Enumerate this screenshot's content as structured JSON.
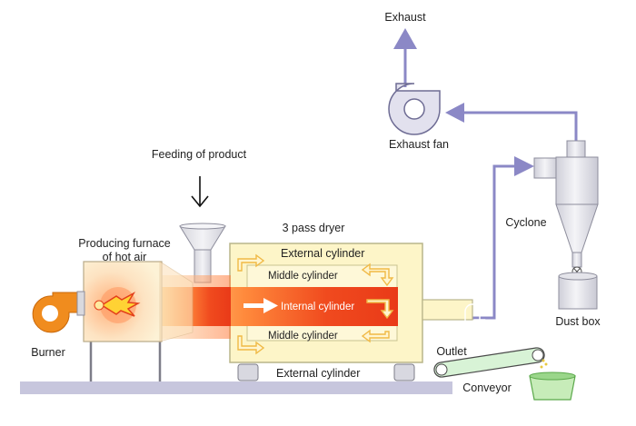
{
  "labels": {
    "exhaust": "Exhaust",
    "exhaust_fan": "Exhaust fan",
    "feeding": "Feeding of product",
    "three_pass_dryer": "3 pass dryer",
    "furnace_line1": "Producing furnace",
    "furnace_line2": "of hot air",
    "external_cylinder_top": "External cylinder",
    "middle_cylinder_top": "Middle cylinder",
    "internal_cylinder": "Internal cylinder",
    "middle_cylinder_bottom": "Middle cylinder",
    "external_cylinder_bottom": "External cylinder",
    "cyclone": "Cyclone",
    "dust_box": "Dust box",
    "burner": "Burner",
    "outlet": "Outlet",
    "conveyor": "Conveyor"
  },
  "colors": {
    "flow_arrow": "#8b88c6",
    "floor": "#c7c6dd",
    "dryer_fill": "#fdf5c8",
    "dryer_stroke": "#b9b58a",
    "cyclone_fill": "#e9e9ef",
    "burner": "#f08c1e",
    "conveyor_green": "#7bd07a"
  },
  "icons": [
    "burner-fan-icon",
    "flame-icon",
    "exhaust-fan-icon",
    "feed-arrow-icon"
  ]
}
